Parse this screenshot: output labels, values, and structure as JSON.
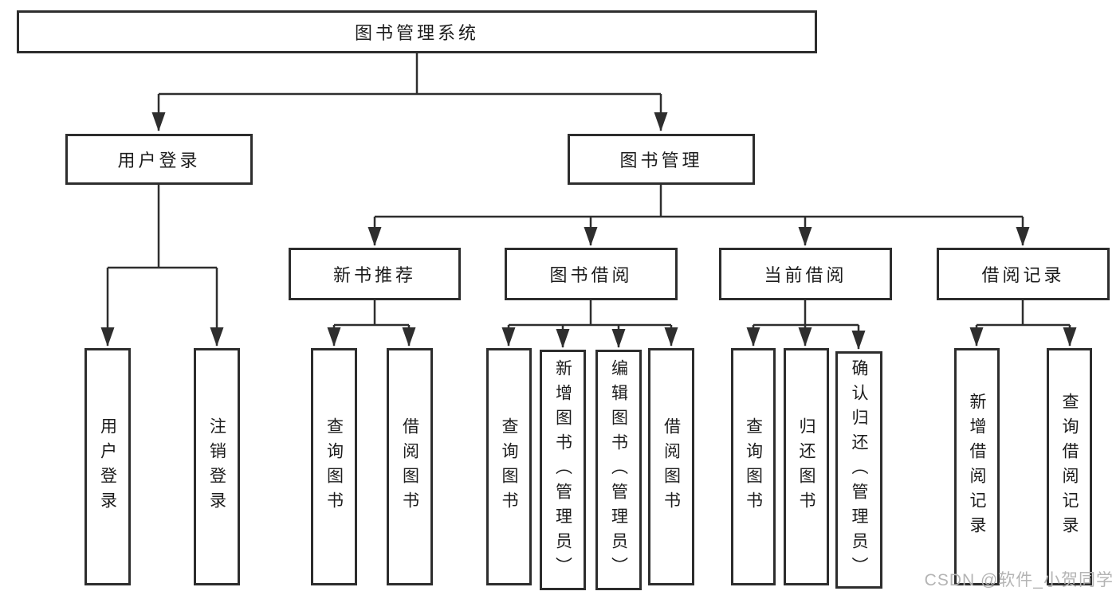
{
  "page": {
    "background": "#ffffff"
  },
  "colors": {
    "line": "#2e2e2e",
    "box_border": "#2d2d2d",
    "box_background": "#ffffff",
    "text": "#1c1c1c",
    "watermark": "#b4b4b4"
  },
  "watermark": {
    "text": "CSDN @软件_小贺同学"
  },
  "diagram": {
    "type": "hierarchy-tree",
    "title": "图书管理系统",
    "nodes": {
      "root": {
        "label": "图书管理系统"
      },
      "user_login": {
        "label": "用户登录"
      },
      "book_mgmt": {
        "label": "图书管理"
      },
      "login": {
        "label": "用户登录"
      },
      "logout": {
        "label": "注销登录"
      },
      "new_book_rec": {
        "label": "新书推荐"
      },
      "book_borrow": {
        "label": "图书借阅"
      },
      "current_borrow": {
        "label": "当前借阅"
      },
      "borrow_records": {
        "label": "借阅记录"
      },
      "nbr_query": {
        "label": "查询图书"
      },
      "nbr_borrow": {
        "label": "借阅图书"
      },
      "bb_query": {
        "label": "查询图书"
      },
      "bb_add": {
        "label": "新增图书（管理员）"
      },
      "bb_edit": {
        "label": "编辑图书（管理员）"
      },
      "bb_borrow": {
        "label": "借阅图书"
      },
      "cb_query": {
        "label": "查询图书"
      },
      "cb_return": {
        "label": "归还图书"
      },
      "cb_confirm": {
        "label": "确认归还（管理员）"
      },
      "br_add": {
        "label": "新增借阅记录"
      },
      "br_query": {
        "label": "查询借阅记录"
      }
    },
    "edges": [
      {
        "from": "root",
        "to": [
          "user_login",
          "book_mgmt"
        ]
      },
      {
        "from": "user_login",
        "to": [
          "login",
          "logout"
        ]
      },
      {
        "from": "book_mgmt",
        "to": [
          "new_book_rec",
          "book_borrow",
          "current_borrow",
          "borrow_records"
        ]
      },
      {
        "from": "new_book_rec",
        "to": [
          "nbr_query",
          "nbr_borrow"
        ]
      },
      {
        "from": "book_borrow",
        "to": [
          "bb_query",
          "bb_add",
          "bb_edit",
          "bb_borrow"
        ]
      },
      {
        "from": "current_borrow",
        "to": [
          "cb_query",
          "cb_return",
          "cb_confirm"
        ]
      },
      {
        "from": "borrow_records",
        "to": [
          "br_add",
          "br_query"
        ]
      }
    ]
  }
}
